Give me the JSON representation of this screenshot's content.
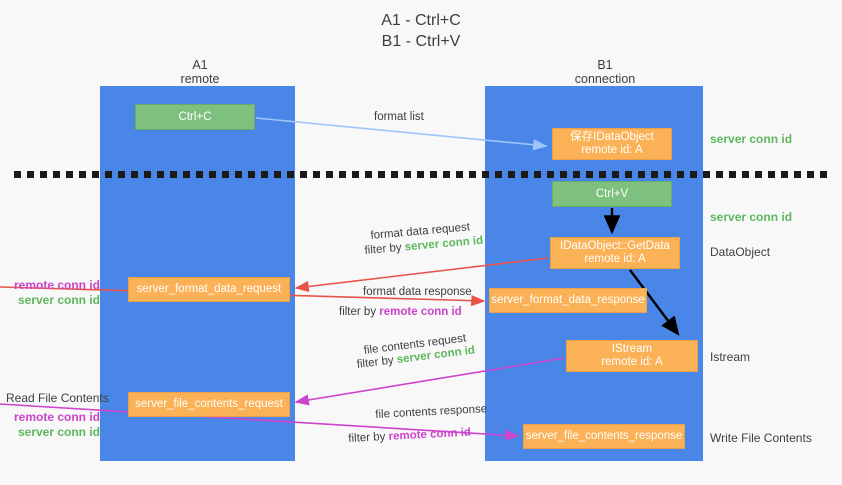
{
  "title": {
    "line1": "A1 - Ctrl+C",
    "line2": "B1 - Ctrl+V"
  },
  "columns": [
    {
      "name": "A1",
      "sub": "remote"
    },
    {
      "name": "B1",
      "sub": "connection"
    }
  ],
  "colors": {
    "lane": "#4a86e8",
    "green_box": "#7ec07e",
    "orange_box": "#fbb155",
    "server_conn_id": "#5db85d",
    "remote_conn_id": "#cc44cc",
    "arrow_blue": "#9fc5f8",
    "arrow_red": "#e8544a",
    "arrow_magenta": "#cc44cc",
    "arrow_black": "#000000",
    "divider": "#1a1a1a"
  },
  "nodes": {
    "ctrl_c": {
      "label": "Ctrl+C",
      "type": "green"
    },
    "idataobject": {
      "line1": "保存IDataObject",
      "line2": "remote id: A",
      "type": "orange"
    },
    "ctrl_v": {
      "label": "Ctrl+V",
      "type": "green"
    },
    "getdata": {
      "line1": "IDataObject::GetData",
      "line2": "remote id: A",
      "type": "orange"
    },
    "server_format_data_request": {
      "label": "server_format_data_request",
      "type": "orange"
    },
    "server_format_data_response": {
      "label": "server_format_data_response",
      "type": "orange"
    },
    "istream": {
      "line1": "IStream",
      "line2": "remote id: A",
      "type": "orange"
    },
    "server_file_contents_request": {
      "label": "server_file_contents_request",
      "type": "orange"
    },
    "server_file_contents_response": {
      "label": "server_file_contents_response",
      "type": "orange"
    }
  },
  "edges": [
    {
      "id": "format_list",
      "label": "format list"
    },
    {
      "id": "format_data_request",
      "label": "format data request"
    },
    {
      "id": "format_data_response",
      "label": "format data response"
    },
    {
      "id": "file_contents_request",
      "label": "file contents request"
    },
    {
      "id": "file_contents_response",
      "label": "file contents response"
    }
  ],
  "filters": {
    "prefix": "filter by",
    "server_conn_id": "server conn id",
    "remote_conn_id": "remote conn id"
  },
  "side_labels": {
    "server_conn_id_1": "server conn id",
    "server_conn_id_2": "server conn id",
    "dataobject": "DataObject",
    "istream": "Istream",
    "write_file_contents": "Write File Contents",
    "read_file_contents": "Read File Contents",
    "remote_conn_id": "remote conn id",
    "server_conn_id": "server conn id"
  }
}
